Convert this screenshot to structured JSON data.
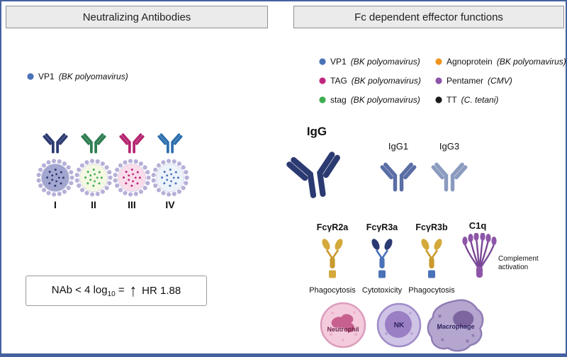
{
  "left_panel": {
    "title": "Neutralizing Antibodies",
    "legend": [
      {
        "label": "VP1",
        "qualifier": "(BK polyomavirus)",
        "color": "#4a72b8"
      }
    ],
    "capsid_color": "#b6b0d8",
    "virions": [
      {
        "numeral": "I",
        "antibody_color": "#2c3a72",
        "interior": "#a3a6cf",
        "dots": "#2c3a72"
      },
      {
        "numeral": "II",
        "antibody_color": "#2f7d52",
        "interior": "#f4f8e3",
        "dots": "#3fae52"
      },
      {
        "numeral": "III",
        "antibody_color": "#b5256f",
        "interior": "#f9dcea",
        "dots": "#c0267c"
      },
      {
        "numeral": "IV",
        "antibody_color": "#2e6fae",
        "interior": "#ecf3fa",
        "dots": "#4a72b8"
      }
    ],
    "stat_box": {
      "nab_text": "NAb < 4 log",
      "nab_sub": "10",
      "equals": "=",
      "arrow": "↑",
      "hr_text": "HR 1.88"
    }
  },
  "right_panel": {
    "title": "Fc dependent effector functions",
    "legend": [
      {
        "label": "VP1",
        "qualifier": "(BK polyomavirus)",
        "color": "#4a72b8"
      },
      {
        "label": "TAG",
        "qualifier": "(BK polyomavirus)",
        "color": "#c0267c"
      },
      {
        "label": "stag",
        "qualifier": "(BK polyomavirus)",
        "color": "#3fae52"
      },
      {
        "label": "Agnoprotein",
        "qualifier": "(BK polyomavirus)",
        "color": "#f0941f"
      },
      {
        "label": "Pentamer",
        "qualifier": "(CMV)",
        "color": "#8d55a8"
      },
      {
        "label": "TT",
        "qualifier": "(C. tetani)",
        "color": "#1a1a1a"
      }
    ],
    "antibodies": [
      {
        "label": "IgG",
        "color": "#2c3a72"
      },
      {
        "label": "IgG1",
        "color": "#5a6da5"
      },
      {
        "label": "IgG3",
        "color": "#8b9bbf"
      }
    ],
    "receptors": [
      {
        "label": "FcγR2a",
        "oval": "#d4a93c",
        "stem": "#c99a2e",
        "base": "#d4a93c"
      },
      {
        "label": "FcγR3a",
        "oval": "#2c3a72",
        "stem": "#4a72b8",
        "base": "#4a72b8"
      },
      {
        "label": "FcγR3b",
        "oval": "#d4a93c",
        "stem": "#c99a2e",
        "base": "#4a72b8"
      }
    ],
    "c1q": {
      "label": "C1q",
      "color": "#8d55a8",
      "stem_color": "#7a4796",
      "note_line1": "Complement",
      "note_line2": "activation"
    },
    "functions": [
      {
        "label": "Phagocytosis"
      },
      {
        "label": "Cytotoxicity"
      },
      {
        "label": "Phagocytosis"
      }
    ],
    "cells": [
      {
        "label": "Neutrophil",
        "body": "#f4cbdd",
        "border": "#dc9cbc",
        "nucleus": "#c7608f"
      },
      {
        "label": "NK",
        "body": "#cfc3e6",
        "border": "#a08cc8",
        "nucleus": "#9a7fc4"
      },
      {
        "label": "Macrophage",
        "body": "#b4a6ce",
        "border": "#8f7cb4",
        "nucleus": "#7d659f"
      }
    ]
  }
}
